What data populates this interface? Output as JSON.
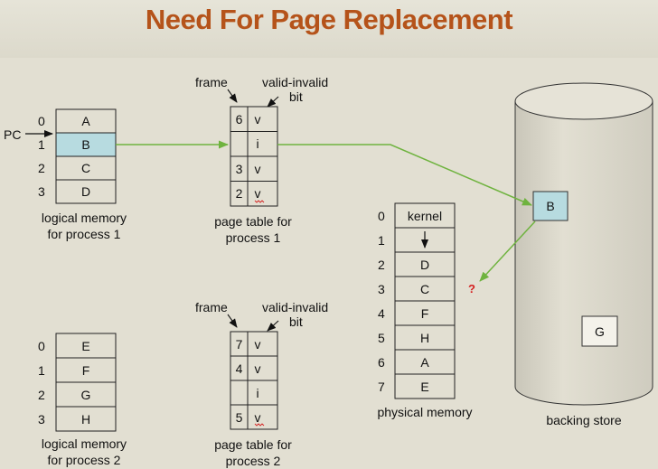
{
  "title": "Need For Page Replacement",
  "colors": {
    "title": "#b5531a",
    "highlight": "#b7dbe0",
    "arrow": "#6fb33f",
    "question": "#d42020",
    "background": "#e2dfd2"
  },
  "process1": {
    "indices": [
      "0",
      "1",
      "2",
      "3"
    ],
    "pages": [
      "A",
      "B",
      "C",
      "D"
    ],
    "highlighted_index": 1,
    "caption_line1": "logical memory",
    "caption_line2": "for process 1",
    "pc_label": "PC"
  },
  "process2": {
    "indices": [
      "0",
      "1",
      "2",
      "3"
    ],
    "pages": [
      "E",
      "F",
      "G",
      "H"
    ],
    "caption_line1": "logical memory",
    "caption_line2": "for process 2"
  },
  "pagetable1": {
    "frame_label": "frame",
    "vi_label_line1": "valid-invalid",
    "vi_label_line2": "bit",
    "frames": [
      "6",
      "",
      "3",
      "2"
    ],
    "bits": [
      "v",
      "i",
      "v",
      "v"
    ],
    "caption_line1": "page table for",
    "caption_line2": "process 1"
  },
  "pagetable2": {
    "frame_label": "frame",
    "vi_label_line1": "valid-invalid",
    "vi_label_line2": "bit",
    "frames": [
      "7",
      "4",
      "",
      "5"
    ],
    "bits": [
      "v",
      "v",
      "i",
      "v"
    ],
    "caption_line1": "page table for",
    "caption_line2": "process 2"
  },
  "physical_memory": {
    "indices": [
      "0",
      "1",
      "2",
      "3",
      "4",
      "5",
      "6",
      "7"
    ],
    "contents": [
      "kernel",
      "",
      "D",
      "C",
      "F",
      "H",
      "A",
      "E"
    ],
    "caption": "physical memory",
    "question_mark": "?"
  },
  "backing_store": {
    "caption": "backing store",
    "pages": [
      "B",
      "G"
    ]
  }
}
